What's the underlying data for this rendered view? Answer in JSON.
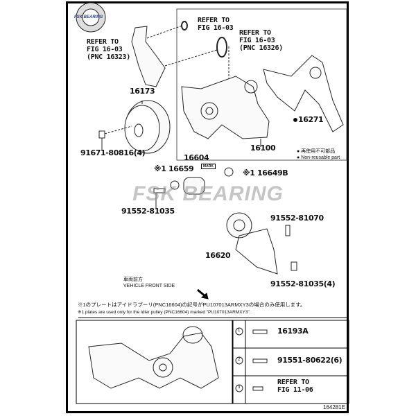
{
  "logo": {
    "text": "FSK BEARING"
  },
  "watermark": "FSK BEARING",
  "labels": {
    "refer_top": "REFER TO\nFIG 16-03",
    "refer_16326": "REFER TO\nFIG 16-03\n(PNC 16326)",
    "refer_16323": "REFER TO\nFIG 16-03\n(PNC 16323)",
    "p16173": "16173",
    "p16271": "16271",
    "p91671": "91671-80816(4)",
    "p16100": "16100",
    "p16604": "16604",
    "p16659": "※1 16659",
    "mark": "MARK",
    "p16649b": "※1 16649B",
    "p91552_81035": "91552-81035",
    "p91552_81070": "91552-81070",
    "p16620": "16620",
    "p91552_81035_4": "91552-81035(4)"
  },
  "legend": {
    "jp": "再使用不可部品",
    "en": "Non-reusable part"
  },
  "direction": {
    "jp": "車両前方",
    "en": "VEHICLE FRONT SIDE"
  },
  "notes": {
    "jp": "※1のプレートはアイドラプーリ(PNC16604)の記号がPU107013ARMXY3の場合のみ使用します。",
    "en": "※1 plates are used only for the Idler pulley (PNC16604) marked \"PU107013ARMXY3\"."
  },
  "bolt_table": [
    {
      "ref": "1",
      "part": "16193A"
    },
    {
      "ref": "2",
      "part": "91551-80622(6)"
    },
    {
      "ref": "3",
      "part": "REFER TO\nFIG 11-06"
    }
  ],
  "figure_id": "164281E"
}
